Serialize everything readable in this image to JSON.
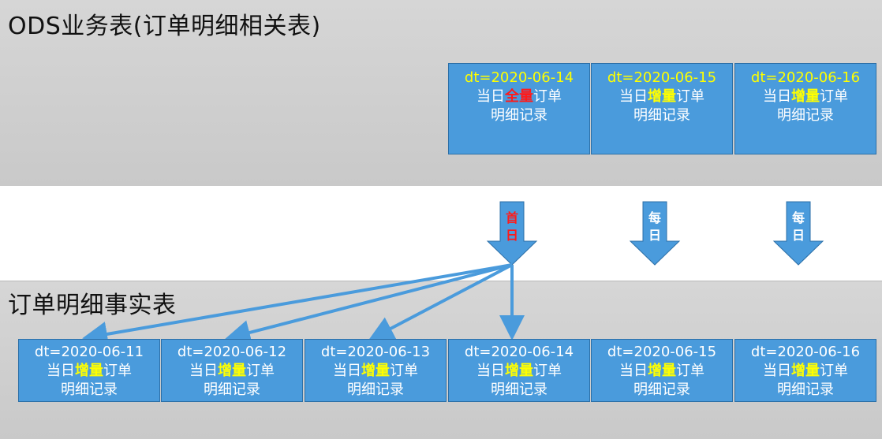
{
  "titles": {
    "top": "ODS业务表(订单明细相关表)",
    "bottom": "订单明细事实表"
  },
  "ods_boxes": [
    {
      "dt": "dt=2020-06-14",
      "prefix": "当日",
      "kind": "全量",
      "suffix": "订单",
      "line3": "明细记录"
    },
    {
      "dt": "dt=2020-06-15",
      "prefix": "当日",
      "kind": "增量",
      "suffix": "订单",
      "line3": "明细记录"
    },
    {
      "dt": "dt=2020-06-16",
      "prefix": "当日",
      "kind": "增量",
      "suffix": "订单",
      "line3": "明细记录"
    }
  ],
  "arrows": [
    {
      "label_1": "首",
      "label_2": "日"
    },
    {
      "label_1": "每",
      "label_2": "日"
    },
    {
      "label_1": "每",
      "label_2": "日"
    }
  ],
  "fact_boxes": [
    {
      "dt": "dt=2020-06-11",
      "prefix": "当日",
      "kind": "增量",
      "suffix": "订单",
      "line3": "明细记录"
    },
    {
      "dt": "dt=2020-06-12",
      "prefix": "当日",
      "kind": "增量",
      "suffix": "订单",
      "line3": "明细记录"
    },
    {
      "dt": "dt=2020-06-13",
      "prefix": "当日",
      "kind": "增量",
      "suffix": "订单",
      "line3": "明细记录"
    },
    {
      "dt": "dt=2020-06-14",
      "prefix": "当日",
      "kind": "增量",
      "suffix": "订单",
      "line3": "明细记录"
    },
    {
      "dt": "dt=2020-06-15",
      "prefix": "当日",
      "kind": "增量",
      "suffix": "订单",
      "line3": "明细记录"
    },
    {
      "dt": "dt=2020-06-16",
      "prefix": "当日",
      "kind": "增量",
      "suffix": "订单",
      "line3": "明细记录"
    }
  ],
  "colors": {
    "box_fill": "#4a9bdc",
    "arrow_fill": "#4a9bdc",
    "highlight_yellow": "#ffff00",
    "highlight_red": "#ff1a1a"
  }
}
